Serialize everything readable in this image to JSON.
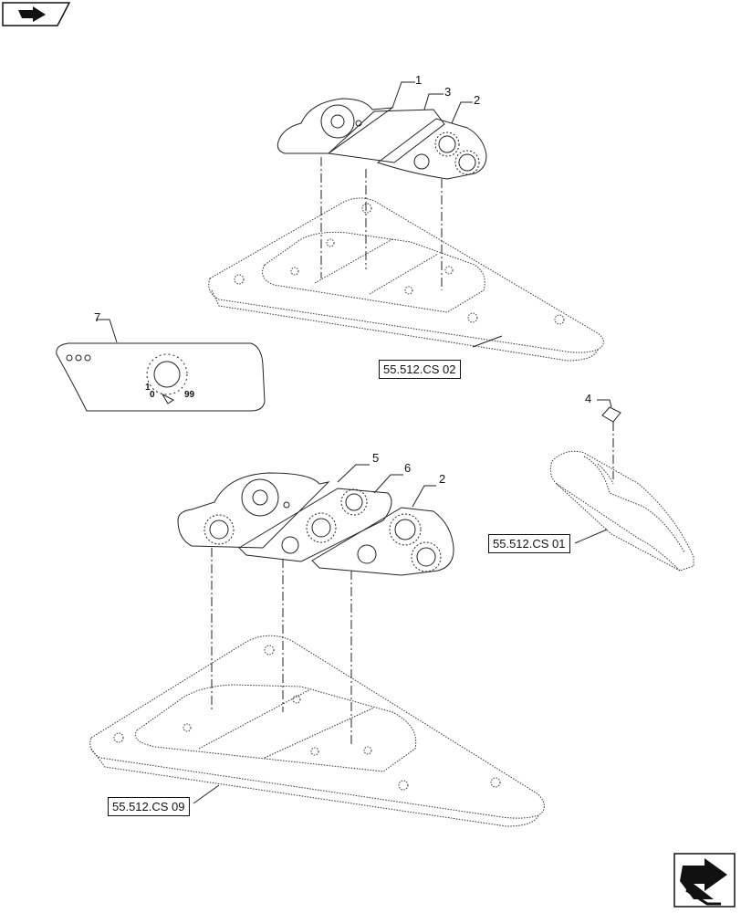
{
  "callouts": [
    "1",
    "3",
    "2",
    "7",
    "4",
    "5",
    "6",
    "2"
  ],
  "references": [
    "55.512.CS 02",
    "55.512.CS 01",
    "55.512.CS 09"
  ],
  "decal_labels": {
    "dial_min_top": "1",
    "dial_zero": "0",
    "dial_max": "99"
  },
  "icons": [
    "navigation-arrow-icon-top-left",
    "navigation-arrow-icon-bottom-right"
  ]
}
